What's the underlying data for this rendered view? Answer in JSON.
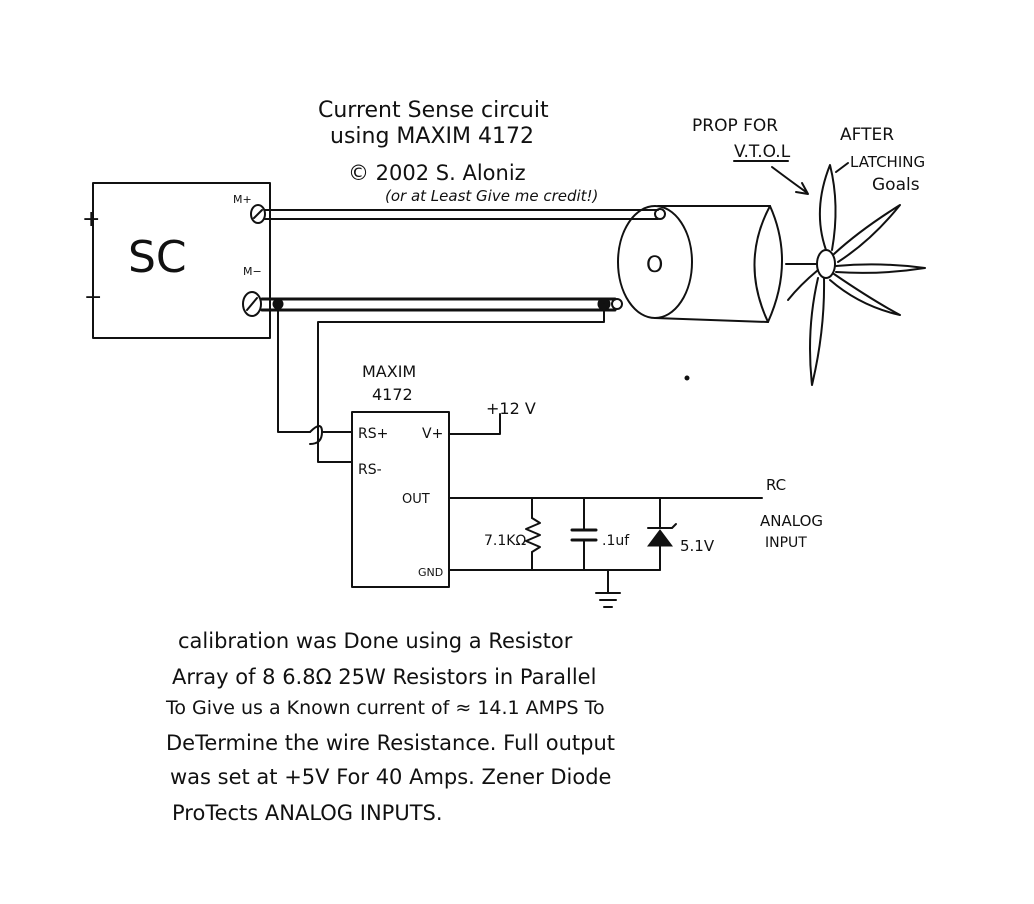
{
  "title": {
    "line1": "Current Sense circuit",
    "line2": "using MAXIM 4172",
    "line3": "© 2002 S. Aloniz",
    "line4": "(or at Least Give me credit!)"
  },
  "prop_note": {
    "line1": "PROP FOR",
    "line2": "V.T.O.L",
    "after1": "AFTER",
    "after2": "LATCHING",
    "after3": "Goals"
  },
  "speed_controller": {
    "label": "SC",
    "plus_symbol": "+",
    "minus_symbol": "−",
    "m_plus": "M+",
    "m_minus": "M−"
  },
  "motor": {
    "symbol": "O"
  },
  "ic": {
    "name_line1": "MAXIM",
    "name_line2": "4172",
    "rs_plus": "RS+",
    "rs_minus": "RS-",
    "v_plus": "V+",
    "out": "OUT",
    "gnd": "GND"
  },
  "supply": "+12 V",
  "components": {
    "resistor": "7.1KΩ",
    "capacitor": ".1uf",
    "zener": "5.1V"
  },
  "rc_input": {
    "line1": "RC",
    "line2": "ANALOG",
    "line3": "INPUT"
  },
  "notes": {
    "line1": "calibration was Done using a Resistor",
    "line2": "Array of 8 6.8Ω 25W Resistors in Parallel",
    "line3": "To Give us a Known current of ≈ 14.1 AMPS To",
    "line4": "DeTermine the wire Resistance. Full output",
    "line5": "was set at +5V For 40 Amps. Zener Diode",
    "line6": "ProTects ANALOG INPUTS."
  }
}
